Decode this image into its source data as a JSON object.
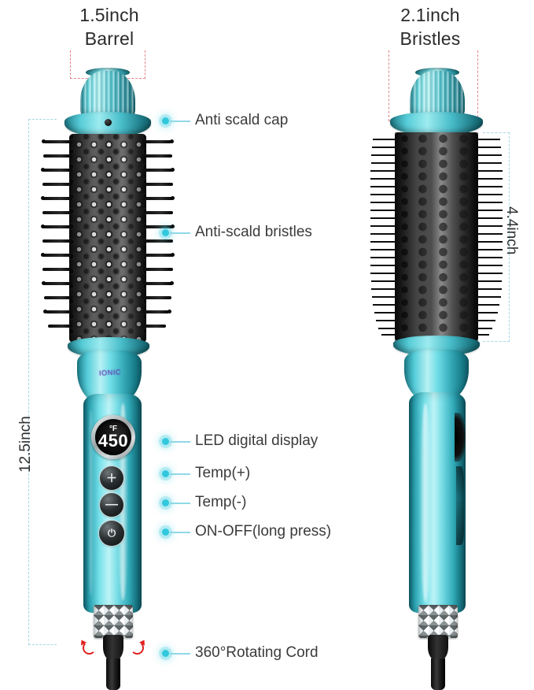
{
  "headers": {
    "left": "1.5inch\nBarrel",
    "right": "2.1inch\nBristles"
  },
  "dimensions": {
    "total_length": "12.5inch",
    "brush_length": "4.4inch"
  },
  "callouts": [
    {
      "label": "Anti scald cap",
      "name": "callout-anti-scald-cap"
    },
    {
      "label": "Anti-scald bristles",
      "name": "callout-anti-scald-bristles"
    },
    {
      "label": "LED digital display",
      "name": "callout-led-digital-display"
    },
    {
      "label": "Temp(+)",
      "name": "callout-temp-plus"
    },
    {
      "label": "Temp(-)",
      "name": "callout-temp-minus"
    },
    {
      "label": "ON-OFF(long press)",
      "name": "callout-on-off"
    },
    {
      "label": "360°Rotating Cord",
      "name": "callout-rotating-cord"
    }
  ],
  "device": {
    "display": {
      "unit": "°F",
      "temperature": "450"
    },
    "brand_mark": "IONIC",
    "buttons": {
      "temp_up": "＋",
      "temp_down": "—",
      "power": "⏻"
    }
  },
  "colors": {
    "accent_teal": "#31c8de",
    "leader_line": "#8fd9e6",
    "guide_red": "#e4848a",
    "guide_blue": "#a8d8e4",
    "text": "#3b3b3b",
    "body_teal": "#79e2ea",
    "barrel_black": "#2e2e2e",
    "rotate_arrow_red": "#e02020"
  }
}
